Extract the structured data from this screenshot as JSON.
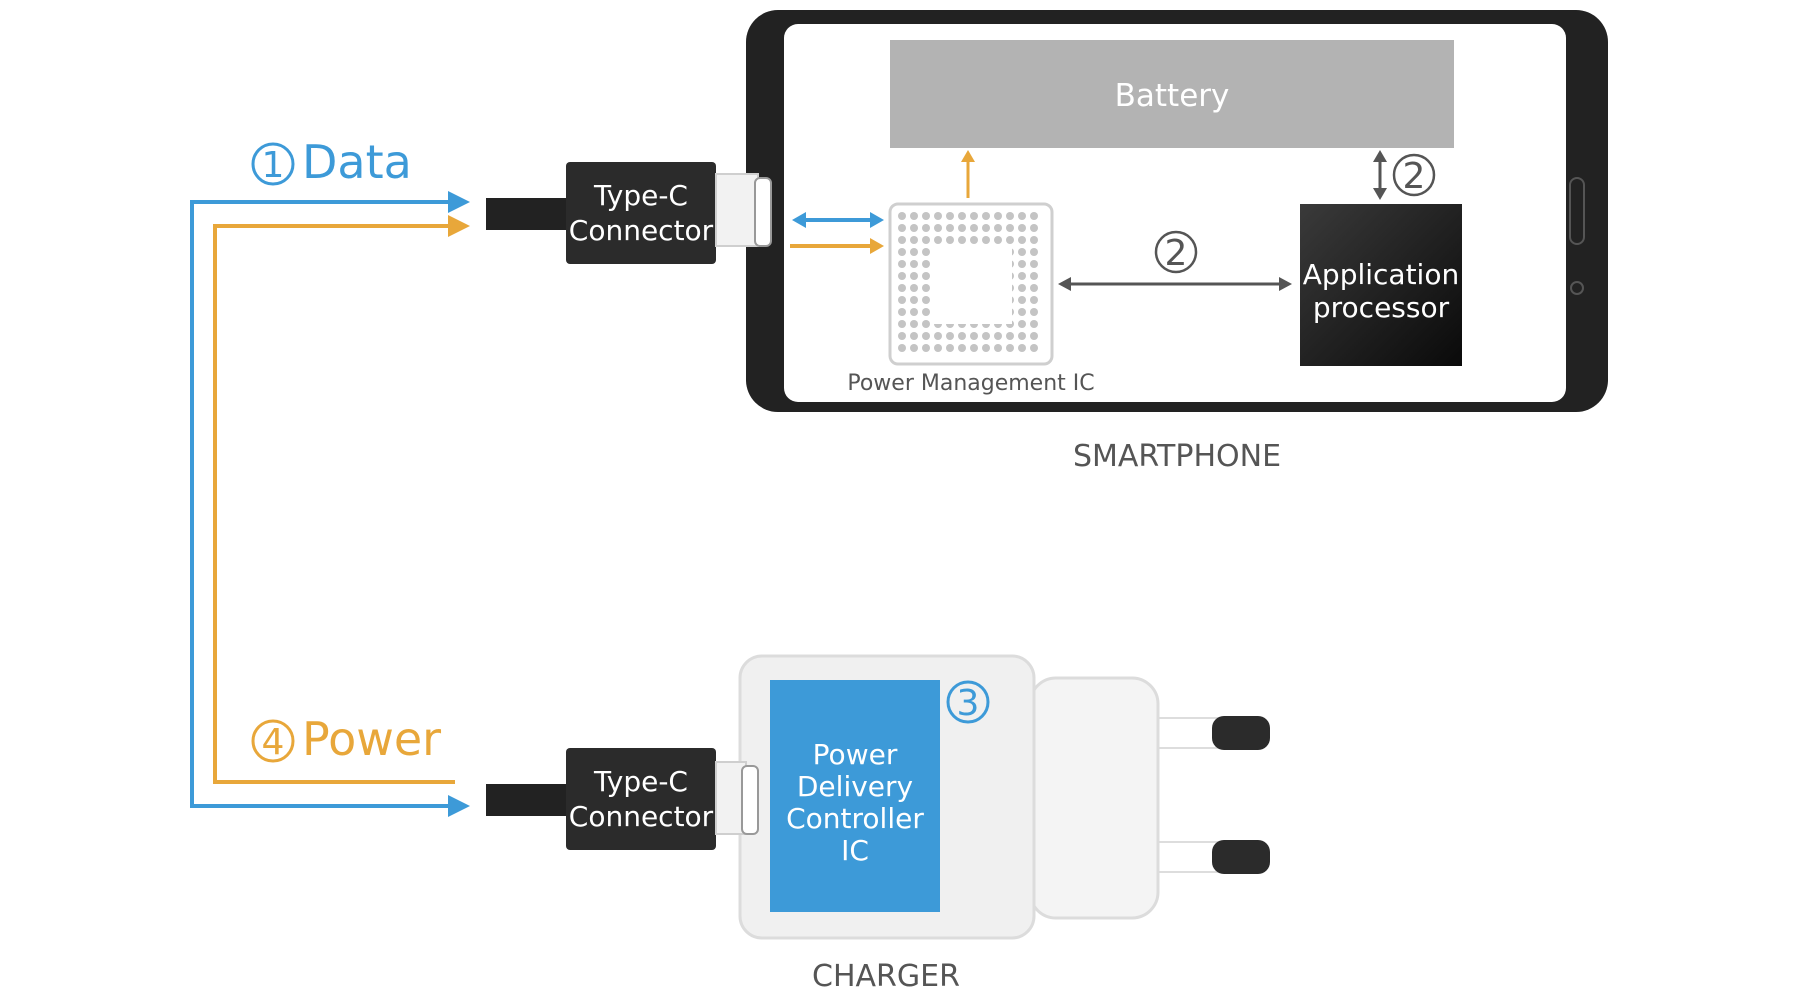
{
  "labels": {
    "data": "Data",
    "power": "Power",
    "battery": "Battery",
    "pmic": "Power Management IC",
    "app_processor_line1": "Application",
    "app_processor_line2": "processor",
    "smartphone": "SMARTPHONE",
    "charger": "CHARGER",
    "typec_top_line1": "Type-C",
    "typec_top_line2": "Connector",
    "typec_bottom_line1": "Type-C",
    "typec_bottom_line2": "Connector",
    "pdc_line1": "Power",
    "pdc_line2": "Delivery",
    "pdc_line3": "Controller",
    "pdc_line4": "IC"
  },
  "markers": {
    "data": "1",
    "power": "4",
    "pmic_to_ap": "2",
    "battery_to_ap": "2",
    "pdc": "3"
  },
  "colors": {
    "data": "#3d9ad8",
    "power": "#e8a73a",
    "dark_block": "#2b2b2b",
    "battery": "#b3b3b3",
    "pdc": "#3d9ad8",
    "phone_frame": "#222222",
    "grey_arrow": "#555555"
  }
}
